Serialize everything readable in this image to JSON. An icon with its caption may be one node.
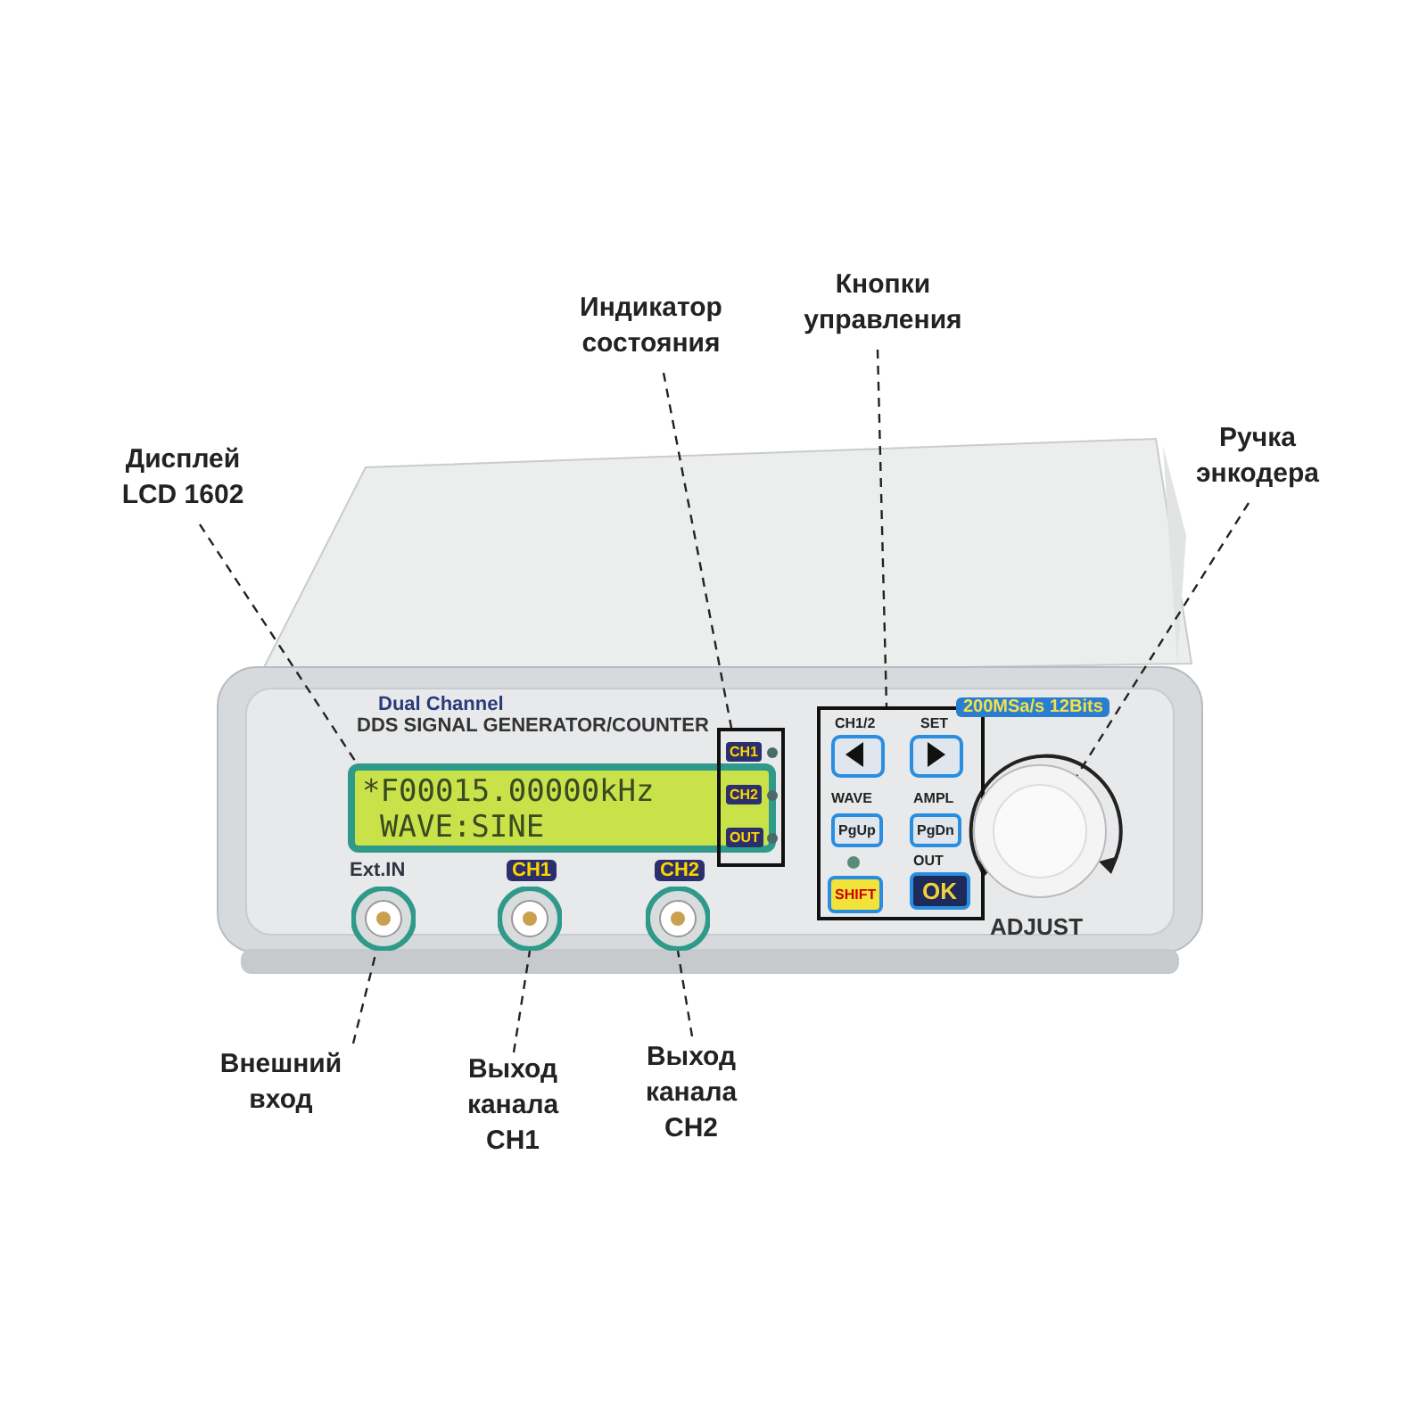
{
  "diagram": {
    "nodes": [
      {
        "text": [
          "Дисплей LCD 1602"
        ]
      },
      {
        "text": [
          "Индикатор состояния"
        ]
      },
      {
        "text": [
          "Кнопки управления"
        ]
      },
      {
        "text": [
          "Ручка энкодера"
        ]
      },
      {
        "text": [
          "Внешний вход"
        ]
      },
      {
        "text": [
          "Выход канала CH1"
        ]
      },
      {
        "text": [
          "Выход канала CH2"
        ]
      },
      {
        "text": [
          "*F00015.00000kHz",
          "WAVE:SINE"
        ]
      },
      {
        "text": [
          "CH1",
          "CH2",
          "OUT"
        ]
      },
      {
        "text": [
          "CH1/2",
          "SET",
          "WAVE",
          "AMPL",
          "PgUp",
          "PgDn",
          "OUT",
          "SHIFT",
          "OK"
        ]
      },
      {
        "text": [],
        "shape": "circle"
      },
      {
        "text": [],
        "shape": "circle"
      },
      {
        "text": [],
        "shape": "circle"
      },
      {
        "text": [],
        "shape": "circle"
      }
    ],
    "edges": [
      {
        "from": 0,
        "to": 7,
        "arrow": "none",
        "style": "dashed"
      },
      {
        "from": 1,
        "to": 8,
        "arrow": "none",
        "style": "dashed"
      },
      {
        "from": 2,
        "to": 9,
        "arrow": "none",
        "style": "dashed"
      },
      {
        "from": 3,
        "to": 10,
        "arrow": "none",
        "style": "dashed"
      },
      {
        "from": 4,
        "to": 11,
        "arrow": "none",
        "style": "dashed"
      },
      {
        "from": 5,
        "to": 12,
        "arrow": "none",
        "style": "dashed"
      },
      {
        "from": 6,
        "to": 13,
        "arrow": "none",
        "style": "dashed"
      }
    ],
    "labels": [
      "Dual Channel",
      "DDS SIGNAL GENERATOR/COUNTER",
      "200MSa/s 12Bits",
      "Ext.IN",
      "CH1",
      "CH2",
      "ADJUST"
    ]
  }
}
